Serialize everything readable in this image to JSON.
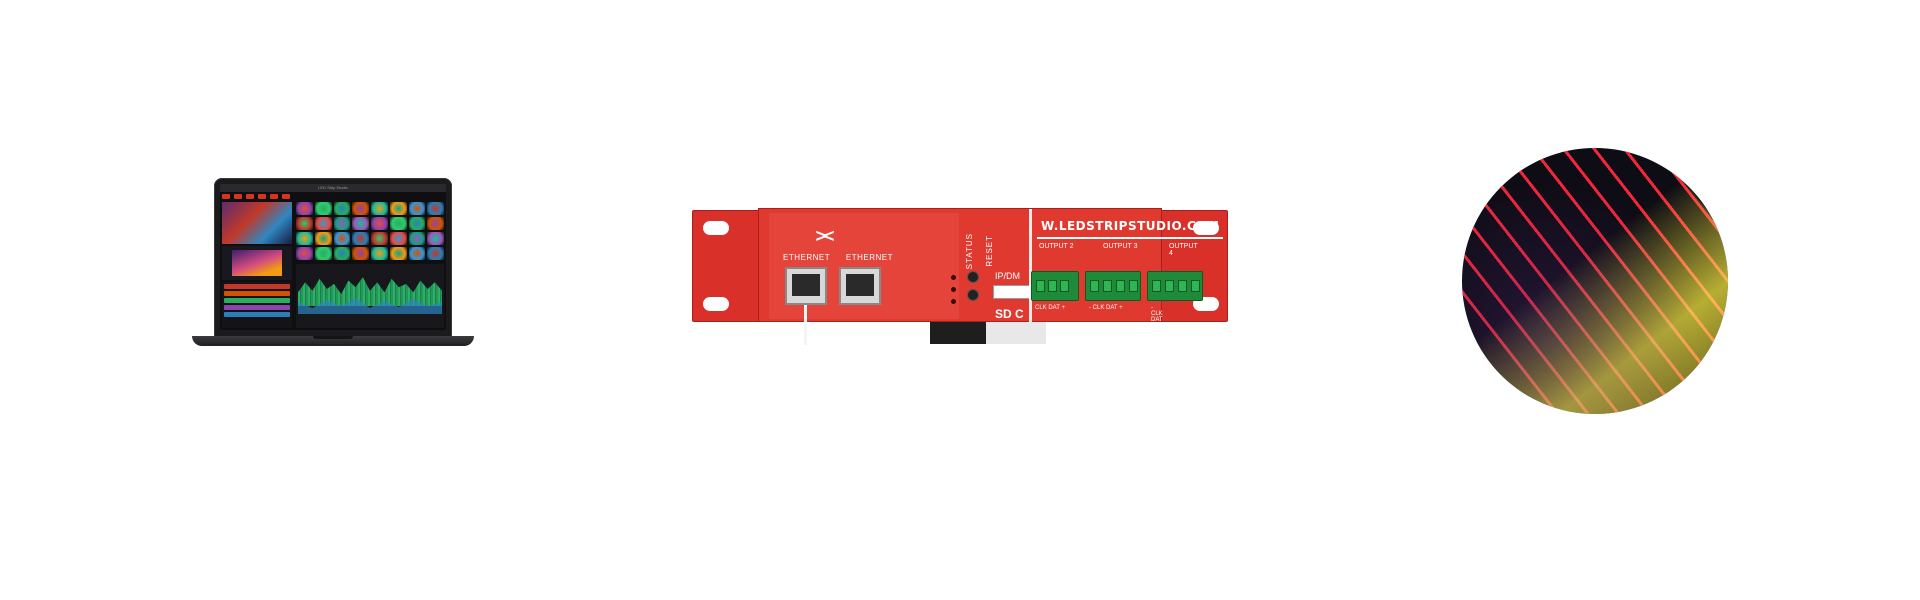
{
  "laptop": {
    "app_title": "LED Strip Studio"
  },
  "rack": {
    "ethernet_labels": [
      "ETHERNET",
      "ETHERNET"
    ],
    "status_label": "STATUS",
    "reset_label": "RESET",
    "ip_dmx_label": "IP/DM",
    "sd_label": "SD C",
    "url": "W.LEDSTRIPSTUDIO.COM",
    "outputs": [
      "OUTPUT 2",
      "OUTPUT 3",
      "OUTPUT 4"
    ],
    "pin_labels": [
      "CLK DAT +",
      "- CLK DAT +",
      "- CLK DAT +"
    ],
    "accent_color": "#e03a30"
  },
  "led_visual": {
    "colors": [
      "#ff2838",
      "#d2c828",
      "#7846a0"
    ]
  }
}
